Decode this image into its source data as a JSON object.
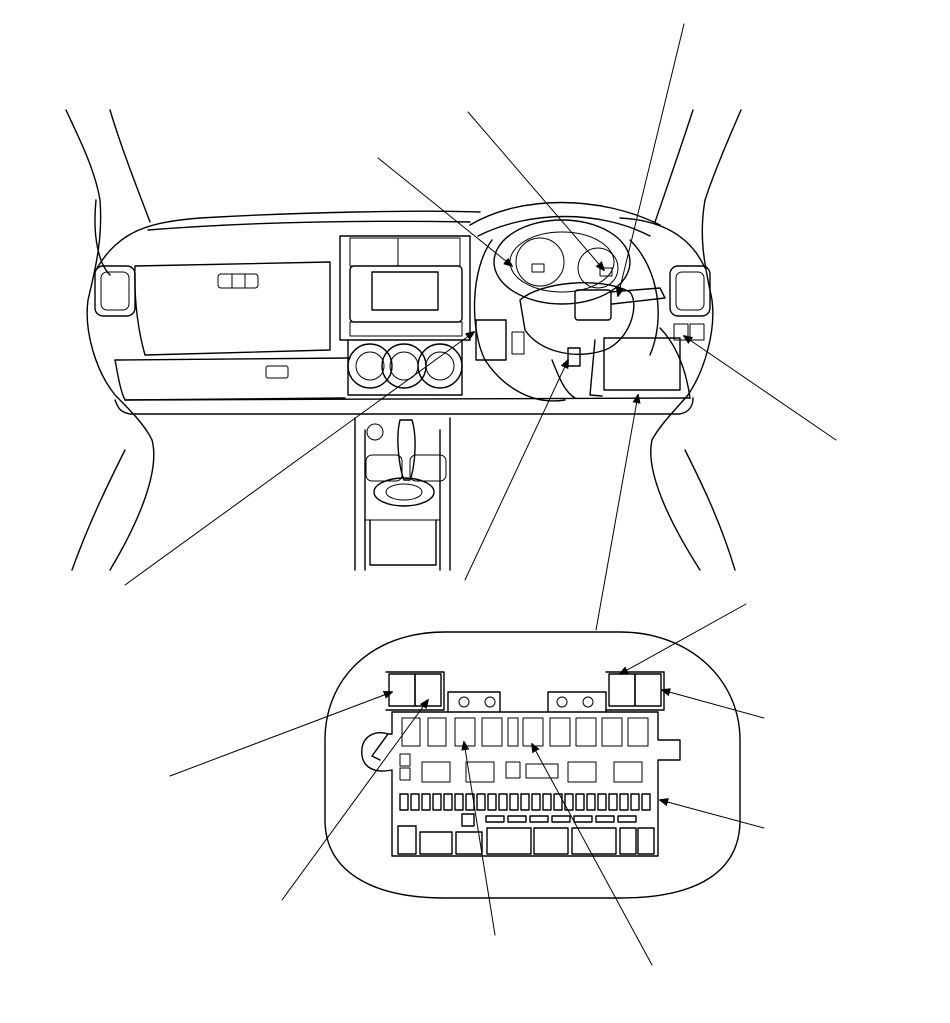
{
  "colors": {
    "line": "#000000",
    "background": "#ffffff"
  },
  "callouts": {
    "dashboard": [
      "leader-1",
      "leader-2",
      "leader-3",
      "leader-4",
      "leader-5",
      "leader-6",
      "leader-7"
    ],
    "fuse_box": [
      "leader-8",
      "leader-9",
      "leader-10",
      "leader-11",
      "leader-12",
      "leader-13",
      "leader-14"
    ]
  }
}
